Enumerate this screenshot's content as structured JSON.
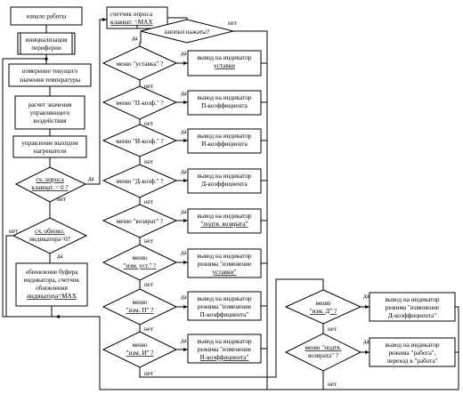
{
  "flowchart": {
    "start": "начало работы",
    "init": [
      "инициализация",
      "периферии"
    ],
    "measure": [
      "измерение текущего",
      "значения температуры"
    ],
    "calc": [
      "расчет значения",
      "управляющего",
      "воздействия"
    ],
    "heater": [
      "управление выходом",
      "нагревателя"
    ],
    "d_poll": [
      "сч. опроса",
      "клавиат. = 0 ?"
    ],
    "d_refresh": [
      "сч. обновл.",
      "индикатора=0?"
    ],
    "buffer": [
      "обновление буфера",
      "индикатора, счетчик",
      "обновления",
      "индикатора=MAX"
    ],
    "poll_set": [
      "счетчик опроса",
      "клавиат. =MAX"
    ],
    "d_keys": "кнопки нажаты?",
    "d_menu1": "меню \"уставка\" ?",
    "d_menu2": "меню \"П-коэф.\" ?",
    "d_menu3": "меню \"И-коэф.\" ?",
    "d_menu4": "меню \"Д-коэф.\" ?",
    "d_menu5": "меню \"возврат\" ?",
    "d_menu6": [
      "меню",
      "\"изм. уст.\" ?"
    ],
    "d_menu7": [
      "меню",
      "\"изм. П\" ?"
    ],
    "d_menu8": [
      "меню",
      "\"изм. И\" ?"
    ],
    "d_menu9": [
      "меню",
      "\"изм. Д\" ?"
    ],
    "d_menu10": [
      "меню \"подтв.",
      "возврата\" ?"
    ],
    "out1": [
      "вывод на индикатор",
      "уставки"
    ],
    "out2": [
      "вывод на индикатор",
      "П-коэффициента"
    ],
    "out3": [
      "вывод на индикатор",
      "И-коэффициента"
    ],
    "out4": [
      "вывод на индикатор",
      "Д-коэффициента"
    ],
    "out5": [
      "вывод на индикатор",
      "\"подтв. возврата\""
    ],
    "out6": [
      "вывод на индикатор",
      "режима \"изменение",
      "уставки\""
    ],
    "out7": [
      "вывод на индикатор",
      "режима \"изменение",
      "П-коэффициента\""
    ],
    "out8": [
      "вывод на индикатор",
      "режима \"изменение",
      "И-коэффициента\""
    ],
    "out9": [
      "вывод на индикатор",
      "режима \"изменение",
      "Д-коэффициента\""
    ],
    "out10": [
      "вывод на индикатор",
      "режима \"работа\",",
      "переход в \"работа\""
    ],
    "labels": {
      "yes": "да",
      "no": "нет"
    }
  }
}
